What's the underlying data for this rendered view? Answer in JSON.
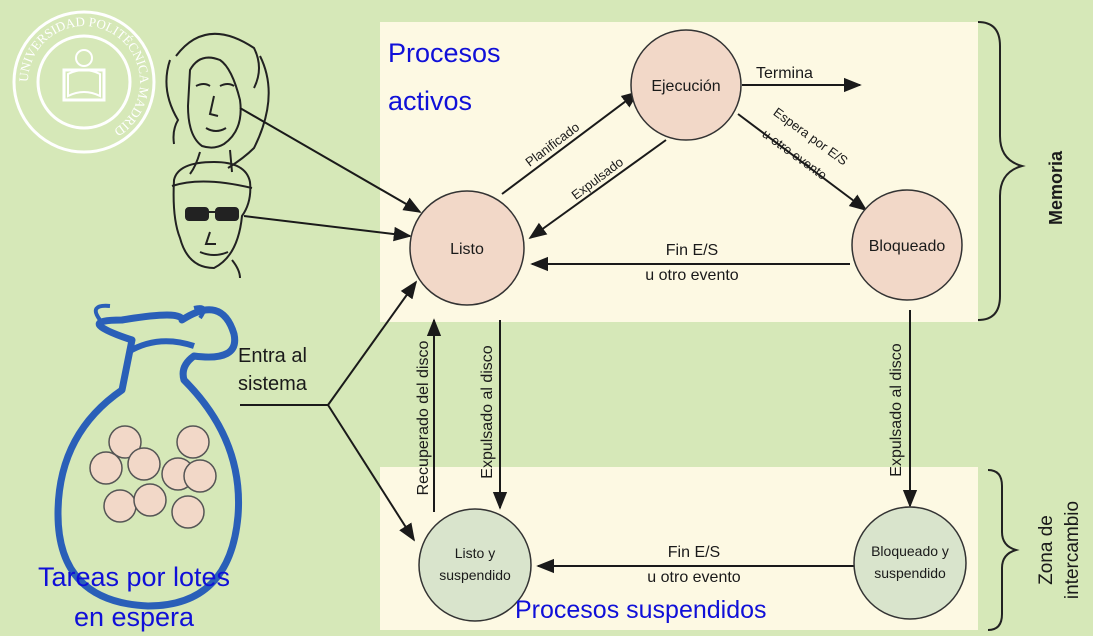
{
  "colors": {
    "background": "#d6e8b8",
    "memory_zone": "#fdf9e3",
    "active_state": "#f2d8c8",
    "suspended_state": "#d9e4cc",
    "heading_blue": "#1010d8",
    "bag_blue": "#2a5fb8",
    "ball": "#f2d8c8",
    "logo": "#ffffff"
  },
  "logo": {
    "text": "UNIVERSIDAD POLITÉCNICA MADRID",
    "icon": "university-seal-icon"
  },
  "regions": {
    "active_title_line1": "Procesos",
    "active_title_line2": "activos",
    "suspended_title": "Procesos suspendidos",
    "memory_label": "Memoria",
    "swap_label_line1": "Zona de",
    "swap_label_line2": "intercambio"
  },
  "states": {
    "execution": "Ejecución",
    "ready": "Listo",
    "blocked": "Bloqueado",
    "ready_suspended_line1": "Listo y",
    "ready_suspended_line2": "suspendido",
    "blocked_suspended_line1": "Bloqueado y",
    "blocked_suspended_line2": "suspendido"
  },
  "transitions": {
    "terminates": "Termina",
    "scheduled": "Planificado",
    "preempted": "Expulsado",
    "wait_line1": "Espera por E/S",
    "wait_line2": "u otro evento",
    "io_done_line1": "Fin E/S",
    "io_done_line2": "u otro evento",
    "swapped_out": "Expulsado al disco",
    "swapped_in": "Recuperado del disco",
    "swapped_out_blocked": "Expulsado al disco",
    "io_done_suspended_line1": "Fin E/S",
    "io_done_suspended_line2": "u otro evento",
    "enters_line1": "Entra al",
    "enters_line2": "sistema"
  },
  "batch": {
    "label_line1": "Tareas por lotes",
    "label_line2": "en espera"
  },
  "icons": {
    "user_woman": "woman-face-icon",
    "user_man": "man-with-glasses-icon",
    "batch_bag": "bag-icon"
  }
}
